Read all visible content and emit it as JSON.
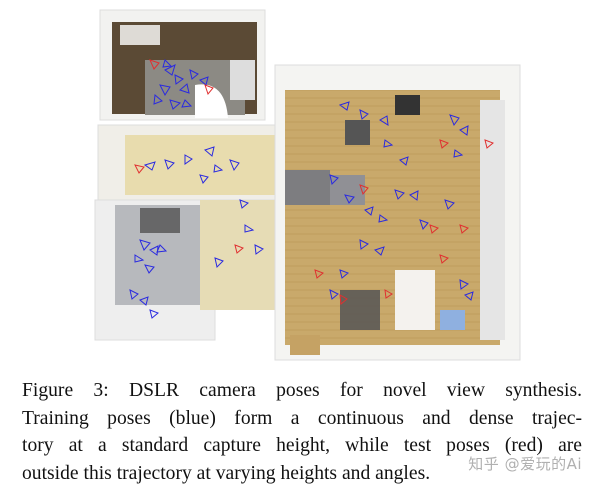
{
  "figure": {
    "label": "Figure 3:",
    "image_description": "Top-down 3D reconstruction of an apartment floor plan with blue (training) and red (test) DSLR camera frustums",
    "legend": {
      "training_color": "#2a2ae0",
      "test_color": "#e03030",
      "training_label": "Training poses (blue)",
      "test_label": "test poses (red)"
    }
  },
  "caption": {
    "lines": [
      "Figure 3: DSLR camera poses for novel view synthesis.",
      "Training poses (blue) form a continuous and dense trajec-",
      "tory at a standard capture height, while test poses (red) are",
      "outside this trajectory at varying heights and angles."
    ]
  },
  "watermark": "知乎 @爱玩的Ai"
}
